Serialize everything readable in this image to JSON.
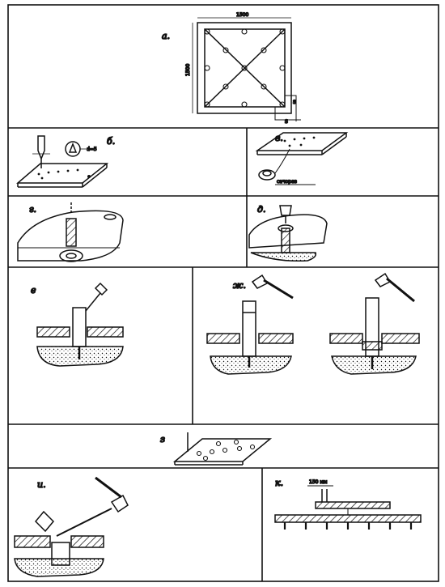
{
  "panels": {
    "a": {
      "label": "а.",
      "dim_top": "1500",
      "dim_side": "1500",
      "dim_s1": "S",
      "dim_s2": "S"
    },
    "b": {
      "label": "б.",
      "note": "d=5"
    },
    "v": {
      "label": "в.",
      "note": "сачорез"
    },
    "g": {
      "label": "г."
    },
    "d": {
      "label": "д."
    },
    "e": {
      "label": "е"
    },
    "zh": {
      "label": "ж."
    },
    "z": {
      "label": "з"
    },
    "i": {
      "label": "и."
    },
    "k": {
      "label": "к.",
      "note": "150 мм"
    }
  }
}
